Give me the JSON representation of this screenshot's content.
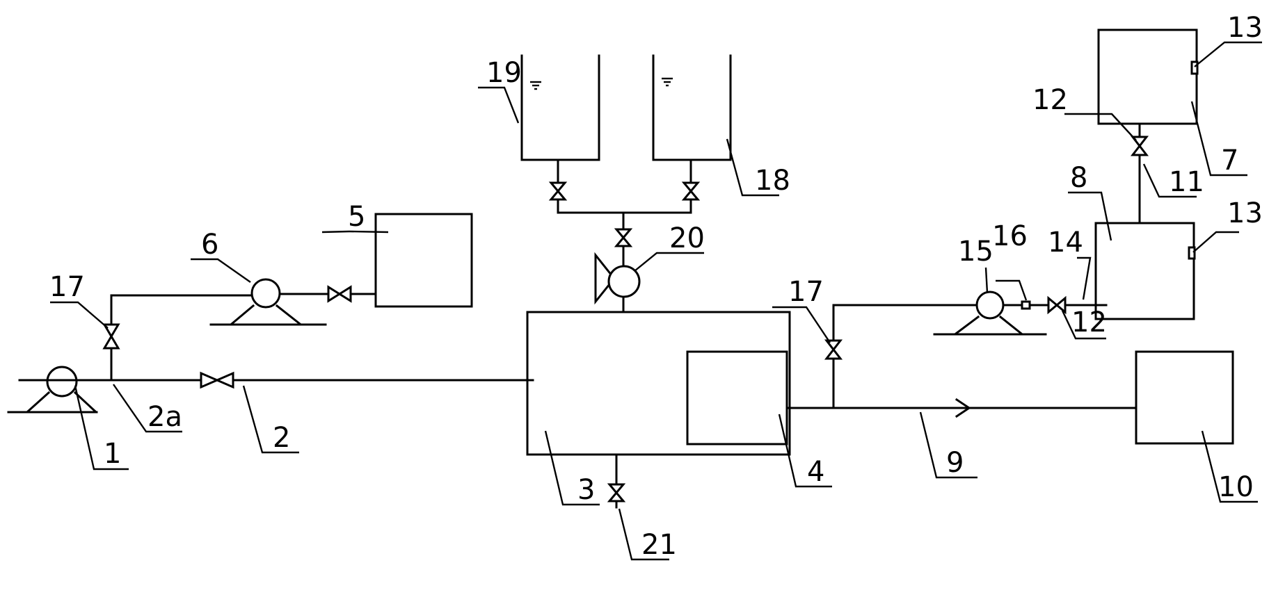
{
  "labels": {
    "l1": "1",
    "l2": "2",
    "l2a": "2a",
    "l3": "3",
    "l4": "4",
    "l5": "5",
    "l6": "6",
    "l7": "7",
    "l8": "8",
    "l9": "9",
    "l10": "10",
    "l11": "11",
    "l12a": "12",
    "l12b": "12",
    "l13a": "13",
    "l13b": "13",
    "l14": "14",
    "l15": "15",
    "l16": "16",
    "l17a": "17",
    "l17b": "17",
    "l18": "18",
    "l19": "19",
    "l20": "20",
    "l21": "21"
  }
}
